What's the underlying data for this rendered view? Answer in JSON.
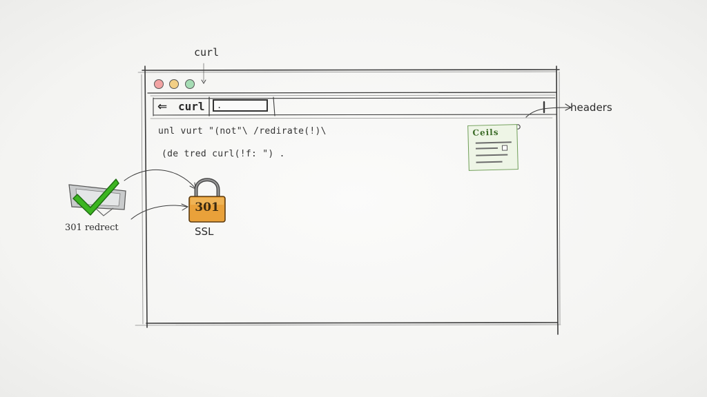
{
  "top_label": "curl",
  "browser": {
    "traffic_lights": [
      {
        "name": "close",
        "color": "#f2a3a3"
      },
      {
        "name": "minimize",
        "color": "#f2cf86"
      },
      {
        "name": "maximize",
        "color": "#a5dcb4"
      }
    ],
    "nav_label": "curl",
    "address_value": ".",
    "code_lines": [
      "unl vurt \"(not\"\\ /redirate(!)\\",
      "(de tred curl(!f: \") ."
    ]
  },
  "headers_label": "headers",
  "headers_card": {
    "title": "Ceils",
    "accent": "#6f9d58"
  },
  "redirect": {
    "label": "301 redrect",
    "check_color": "#3cb521"
  },
  "lock": {
    "code": "301",
    "label": "SSL",
    "body_color": "#e9a13a"
  },
  "icons": [
    "back-arrow-icon",
    "checkmark-icon",
    "monitor-icon",
    "padlock-icon",
    "arrow-icon"
  ]
}
